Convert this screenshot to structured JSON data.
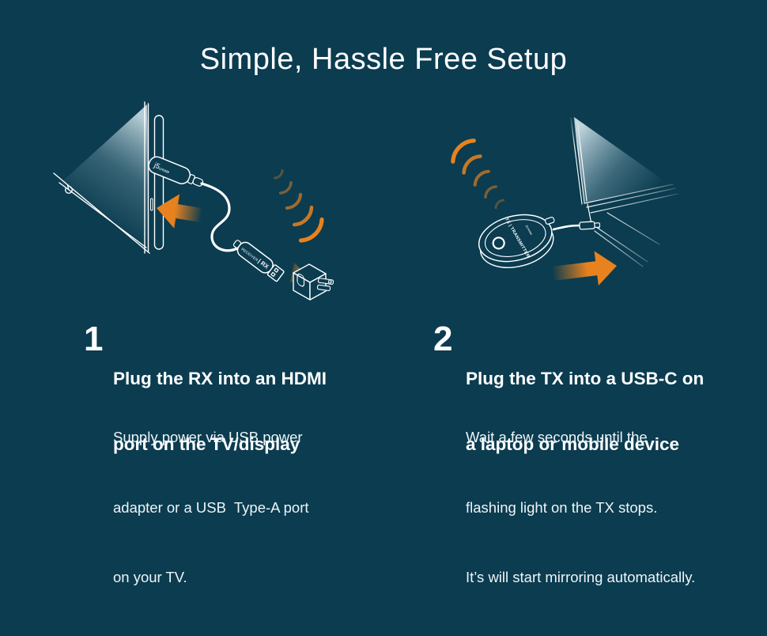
{
  "title": "Simple, Hassle Free Setup",
  "steps": [
    {
      "number": "1",
      "heading_lines": [
        "Plug the RX into an HDMI",
        "port on the TV/display"
      ],
      "body_lines": [
        "Supply power via USB power",
        "adapter or a USB  Type-A port",
        "on your TV."
      ]
    },
    {
      "number": "2",
      "heading_lines": [
        "Plug the TX into a USB-C on",
        "a laptop or mobile device"
      ],
      "body_lines": [
        "Wait a few seconds until the",
        "flashing light on the TX stops.",
        "It’s will start mirroring automatically."
      ]
    }
  ],
  "device_labels": {
    "rx_dongle_brand_main": "j5",
    "rx_dongle_brand_sub": "create",
    "rx_receiver_small": "RECEIVER",
    "rx_receiver_big": "| RX",
    "tx_puck": "TX | TRANSMITTER",
    "tx_puck_brand": "j5create"
  },
  "colors": {
    "background": "#0b3c50",
    "accent_orange": "#e8821e",
    "line_white": "#ffffff"
  }
}
